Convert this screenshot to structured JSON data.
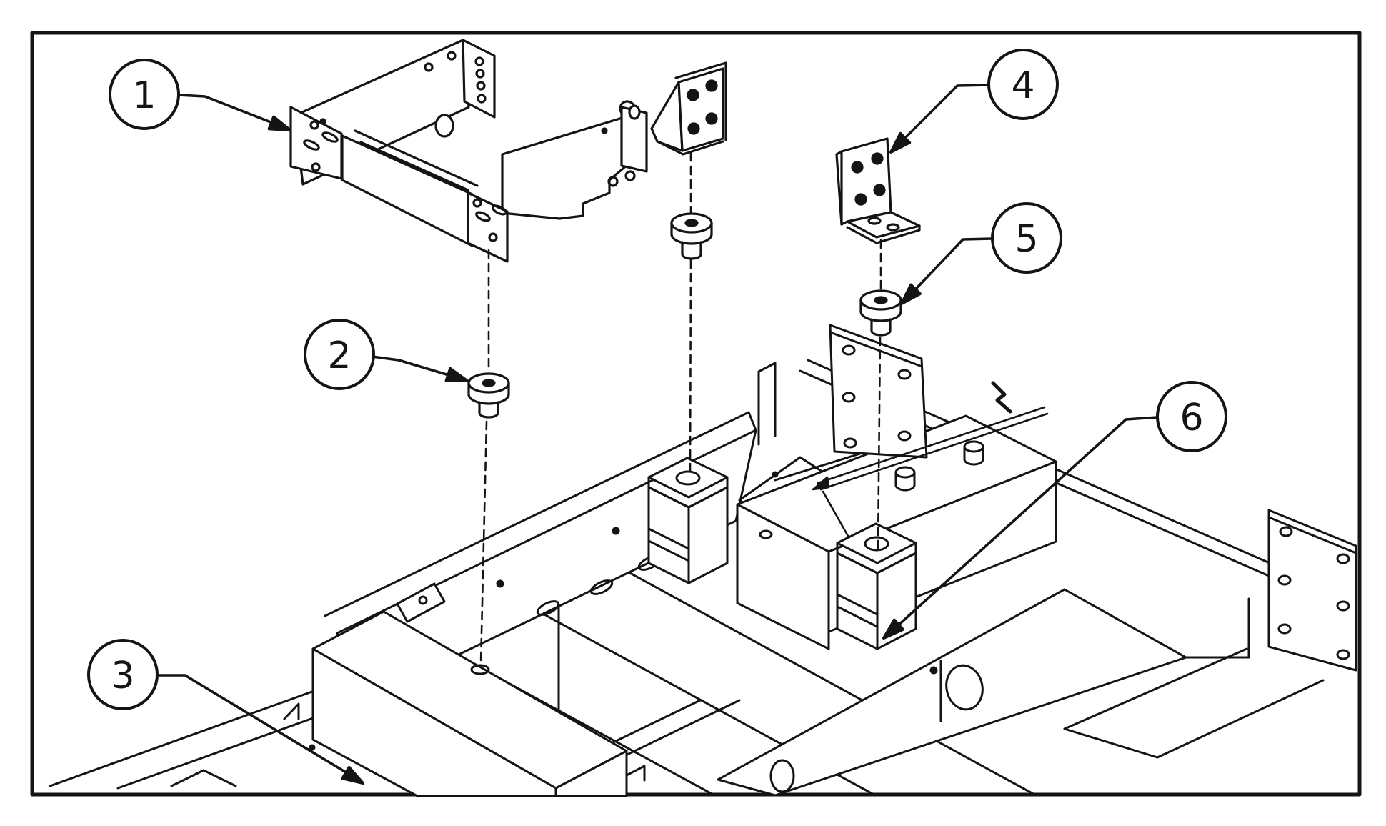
{
  "figure": {
    "kind": "exploded-parts-diagram",
    "style": "monochrome line drawing, isometric view",
    "paper_color": "#ffffff",
    "ink_color": "#141414"
  },
  "callouts": [
    {
      "label": "1",
      "part": "mounting-bracket-assembly"
    },
    {
      "label": "2",
      "part": "shoulder-screw-left"
    },
    {
      "label": "3",
      "part": "frame-rail"
    },
    {
      "label": "4",
      "part": "angle-bracket"
    },
    {
      "label": "5",
      "part": "shoulder-screw-right"
    },
    {
      "label": "6",
      "part": "clamp-block"
    }
  ]
}
